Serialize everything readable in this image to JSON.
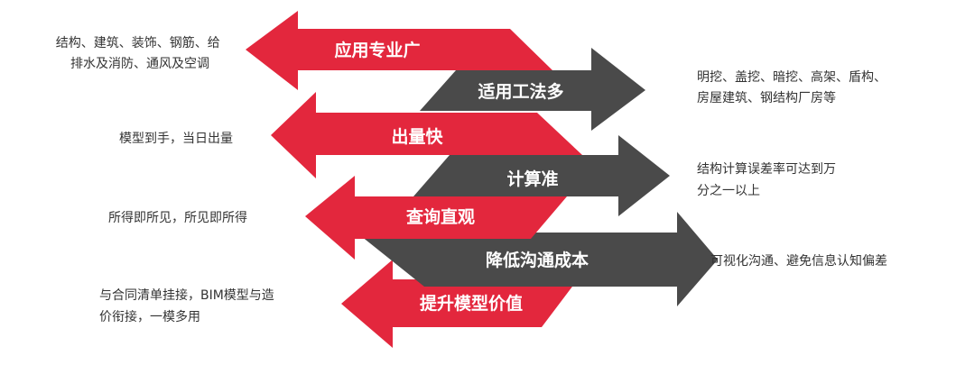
{
  "colors": {
    "red": "#e3273d",
    "gray": "#4a4a4a",
    "note_text": "#333333",
    "arrow_text": "#ffffff"
  },
  "arrows": [
    {
      "label": "应用专业广",
      "color": "red",
      "direction": "left"
    },
    {
      "label": "适用工法多",
      "color": "gray",
      "direction": "right"
    },
    {
      "label": "出量快",
      "color": "red",
      "direction": "left"
    },
    {
      "label": "计算准",
      "color": "gray",
      "direction": "right"
    },
    {
      "label": "查询直观",
      "color": "red",
      "direction": "left"
    },
    {
      "label": "降低沟通成本",
      "color": "gray",
      "direction": "right"
    },
    {
      "label": "提升模型价值",
      "color": "red",
      "direction": "left"
    }
  ],
  "notes": {
    "left": [
      {
        "lines": [
          "结构、建筑、装饰、钢筋、给",
          "排水及消防、通风及空调"
        ]
      },
      {
        "lines": [
          "模型到手，当日出量"
        ]
      },
      {
        "lines": [
          "所得即所见，所见即所得"
        ]
      },
      {
        "lines": [
          "与合同清单挂接，BIM模型与造",
          "价衔接，一模多用"
        ]
      }
    ],
    "right": [
      {
        "lines": [
          "明挖、盖挖、暗挖、高架、盾构、",
          "房屋建筑、钢结构厂房等"
        ]
      },
      {
        "lines": [
          "结构计算误差率可达到万",
          "分之一以上"
        ]
      },
      {
        "lines": [
          "可视化沟通、避免信息认知偏差"
        ]
      }
    ]
  }
}
